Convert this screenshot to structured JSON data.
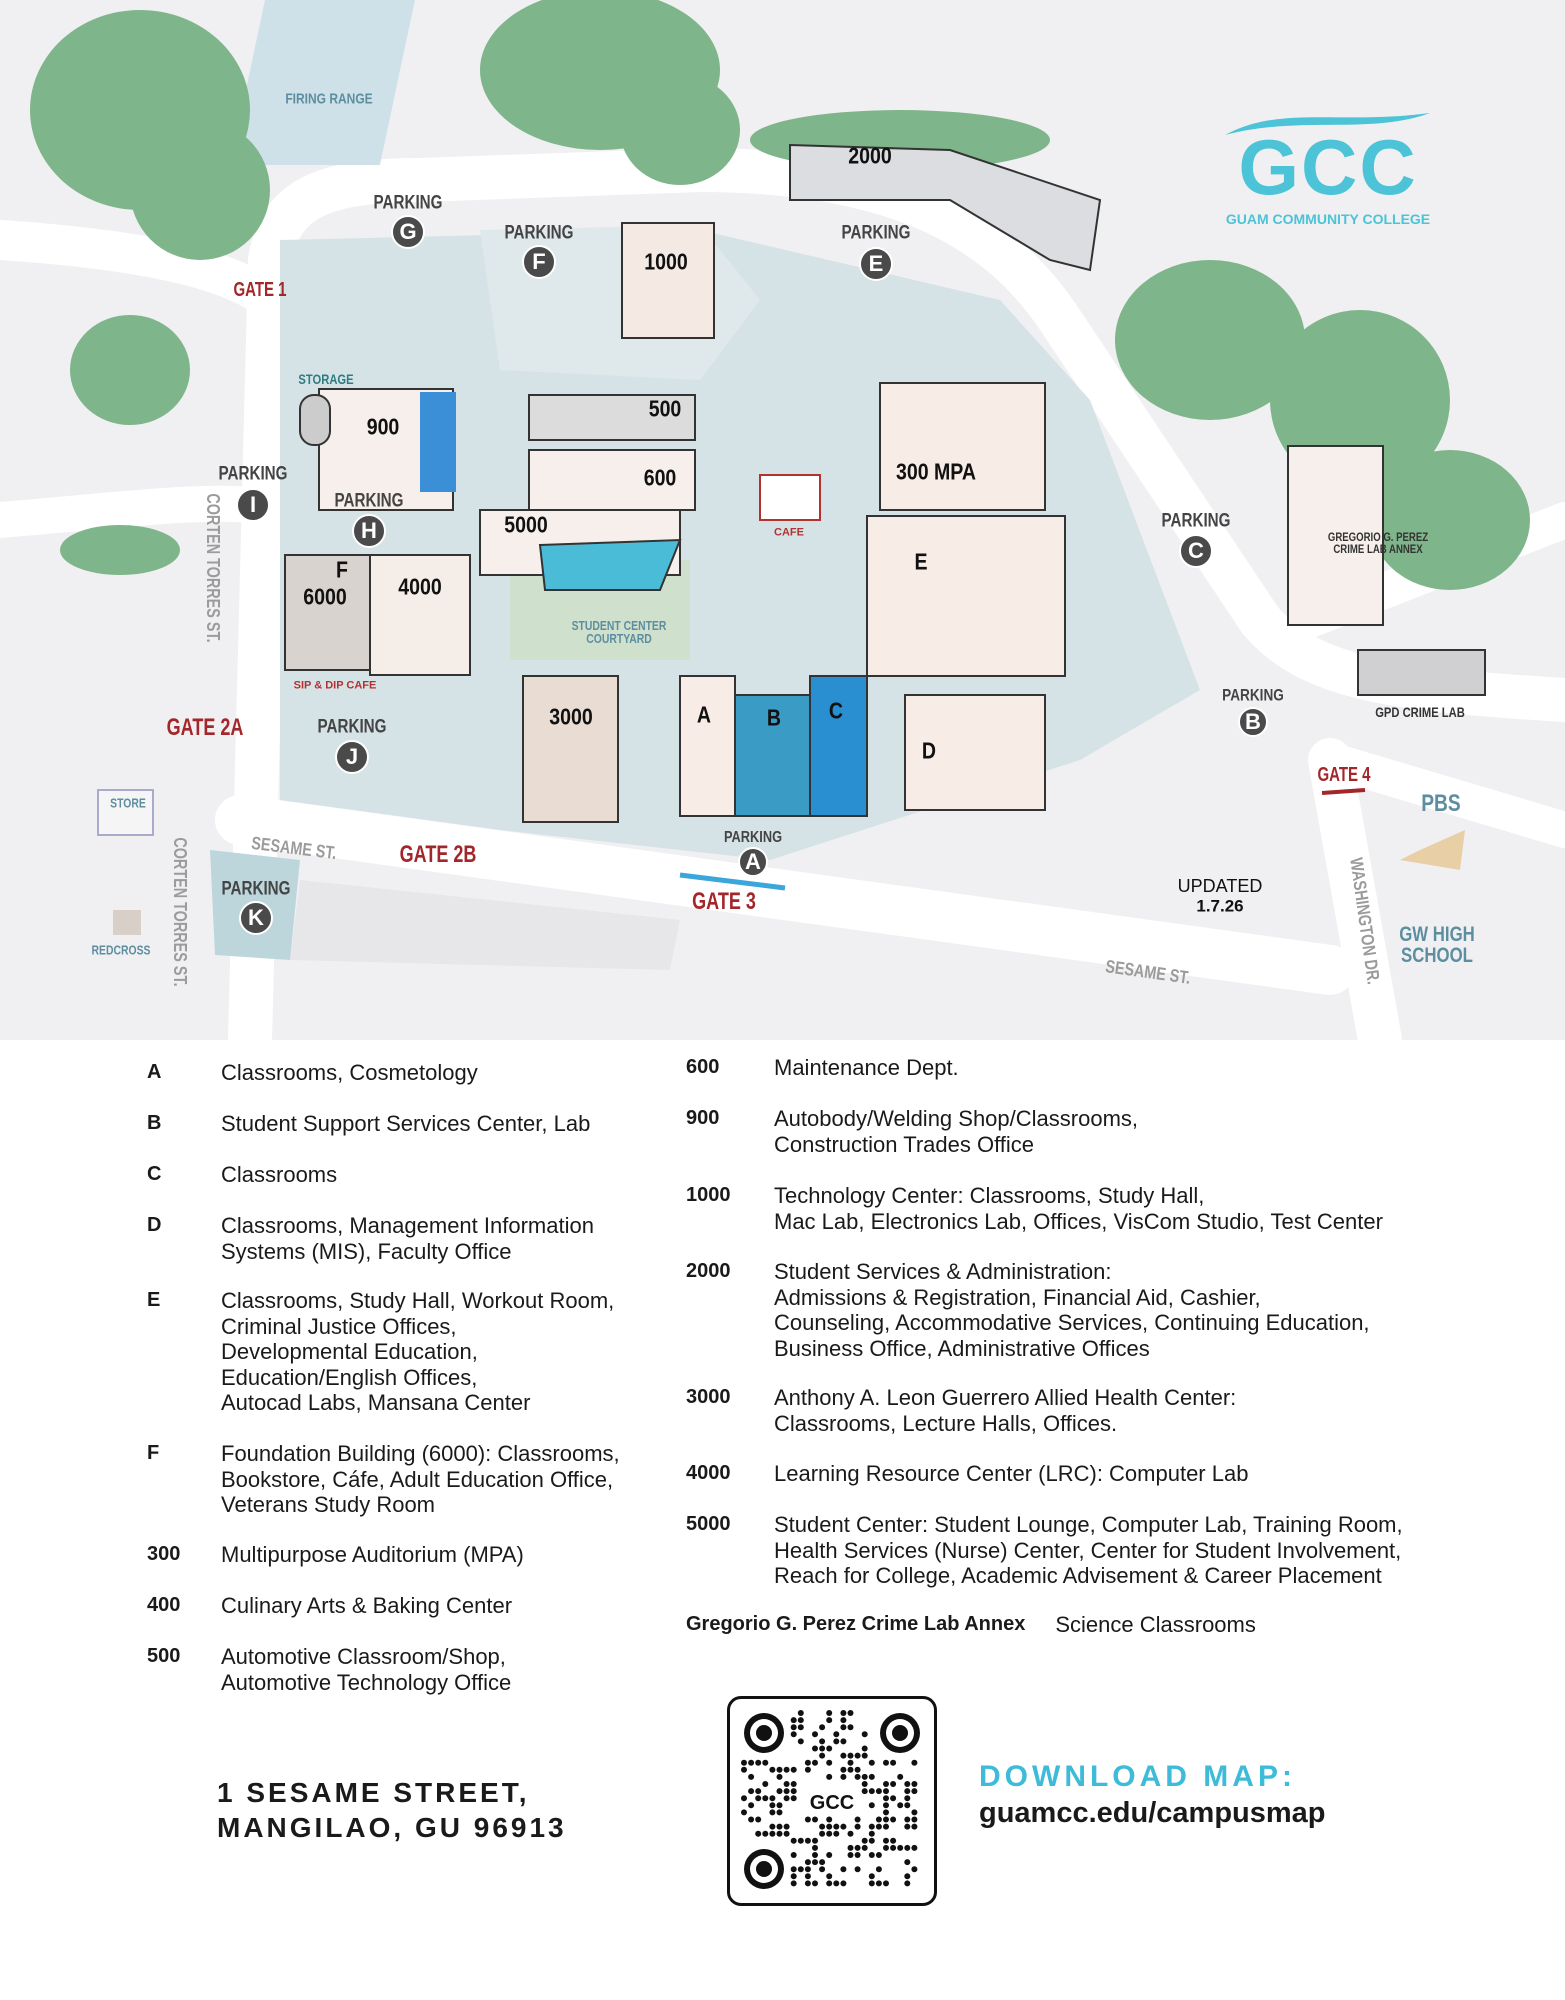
{
  "logo": {
    "text": "GCC",
    "subtitle": "GUAM COMMUNITY COLLEGE",
    "color": "#4cc3d6"
  },
  "map": {
    "buildings": {
      "b2000": "2000",
      "b1000": "1000",
      "b900": "900",
      "b500": "500",
      "b600": "600",
      "b5000": "5000",
      "b6000": "6000",
      "bF": "F",
      "b4000": "4000",
      "b300": "300 MPA",
      "bE": "E",
      "b3000": "3000",
      "bA": "A",
      "bB": "B",
      "bC": "C",
      "bD": "D",
      "crime_lab_annex": "GREGORIO G. PEREZ\nCRIME LAB ANNEX",
      "gpd": "GPD CRIME LAB",
      "cafe": "CAFE"
    },
    "parking_label": "PARKING",
    "parking": {
      "G": "G",
      "F": "F",
      "E": "E",
      "I": "I",
      "H": "H",
      "J": "J",
      "K": "K",
      "A": "A",
      "B": "B",
      "C": "C"
    },
    "gates": {
      "g1": "GATE 1",
      "g2a": "GATE 2A",
      "g2b": "GATE 2B",
      "g3": "GATE 3",
      "g4": "GATE 4"
    },
    "places": {
      "firing_range": "FIRING RANGE",
      "storage": "STORAGE",
      "sip_dip": "SIP & DIP CAFE",
      "courtyard": "STUDENT CENTER\nCOURTYARD",
      "store": "STORE",
      "redcross": "REDCROSS",
      "pbs": "PBS",
      "gw": "GW HIGH\nSCHOOL"
    },
    "streets": {
      "corten": "CORTEN TORRES ST.",
      "sesame": "SESAME ST.",
      "washington": "WASHINGTON DR."
    },
    "updated_label": "UPDATED",
    "updated_date": "1.7.26",
    "colors": {
      "road": "#ffffff",
      "ground": "#f0f0f2",
      "campus": "#d5e3e7",
      "tree": "#7fb58a",
      "gate": "#a3262a"
    }
  },
  "legend": {
    "left": [
      {
        "code": "A",
        "desc": "Classrooms, Cosmetology"
      },
      {
        "code": "B",
        "desc": "Student Support Services Center, Lab"
      },
      {
        "code": "C",
        "desc": "Classrooms"
      },
      {
        "code": "D",
        "desc": "Classrooms, Management Information\nSystems (MIS), Faculty Office"
      },
      {
        "code": "E",
        "desc": "Classrooms, Study Hall, Workout Room,\nCriminal Justice Offices,\nDevelopmental Education,\nEducation/English Offices,\nAutocad Labs, Mansana Center"
      },
      {
        "code": "F",
        "desc": "Foundation Building (6000): Classrooms,\nBookstore, Cáfe, Adult Education Office,\nVeterans Study Room"
      },
      {
        "code": "300",
        "desc": "Multipurpose Auditorium (MPA)"
      },
      {
        "code": "400",
        "desc": "Culinary Arts & Baking Center"
      },
      {
        "code": "500",
        "desc": "Automotive Classroom/Shop,\nAutomotive Technology Office"
      }
    ],
    "right": [
      {
        "code": "600",
        "desc": "Maintenance Dept."
      },
      {
        "code": "900",
        "desc": "Autobody/Welding Shop/Classrooms,\nConstruction Trades Office"
      },
      {
        "code": "1000",
        "desc": "Technology Center: Classrooms, Study Hall,\nMac Lab, Electronics Lab, Offices, VisCom Studio, Test Center"
      },
      {
        "code": "2000",
        "desc": "Student Services & Administration:\nAdmissions & Registration, Financial Aid, Cashier,\nCounseling, Accommodative Services, Continuing Education,\nBusiness Office, Administrative Offices"
      },
      {
        "code": "3000",
        "desc": "Anthony A. Leon Guerrero Allied Health Center:\nClassrooms, Lecture Halls, Offices."
      },
      {
        "code": "4000",
        "desc": "Learning Resource Center (LRC):  Computer Lab"
      },
      {
        "code": "5000",
        "desc": "Student Center: Student Lounge, Computer Lab, Training Room,\nHealth Services (Nurse) Center, Center for Student Involvement,\nReach for College, Academic Advisement & Career Placement"
      }
    ],
    "annex": {
      "code": "Gregorio G. Perez  Crime Lab Annex",
      "desc": "Science Classrooms"
    }
  },
  "footer": {
    "address": "1 SESAME STREET,\nMANGILAO, GU 96913",
    "download_label": "DOWNLOAD MAP:",
    "url": "guamcc.edu/campusmap",
    "qr_logo": "GCC"
  }
}
